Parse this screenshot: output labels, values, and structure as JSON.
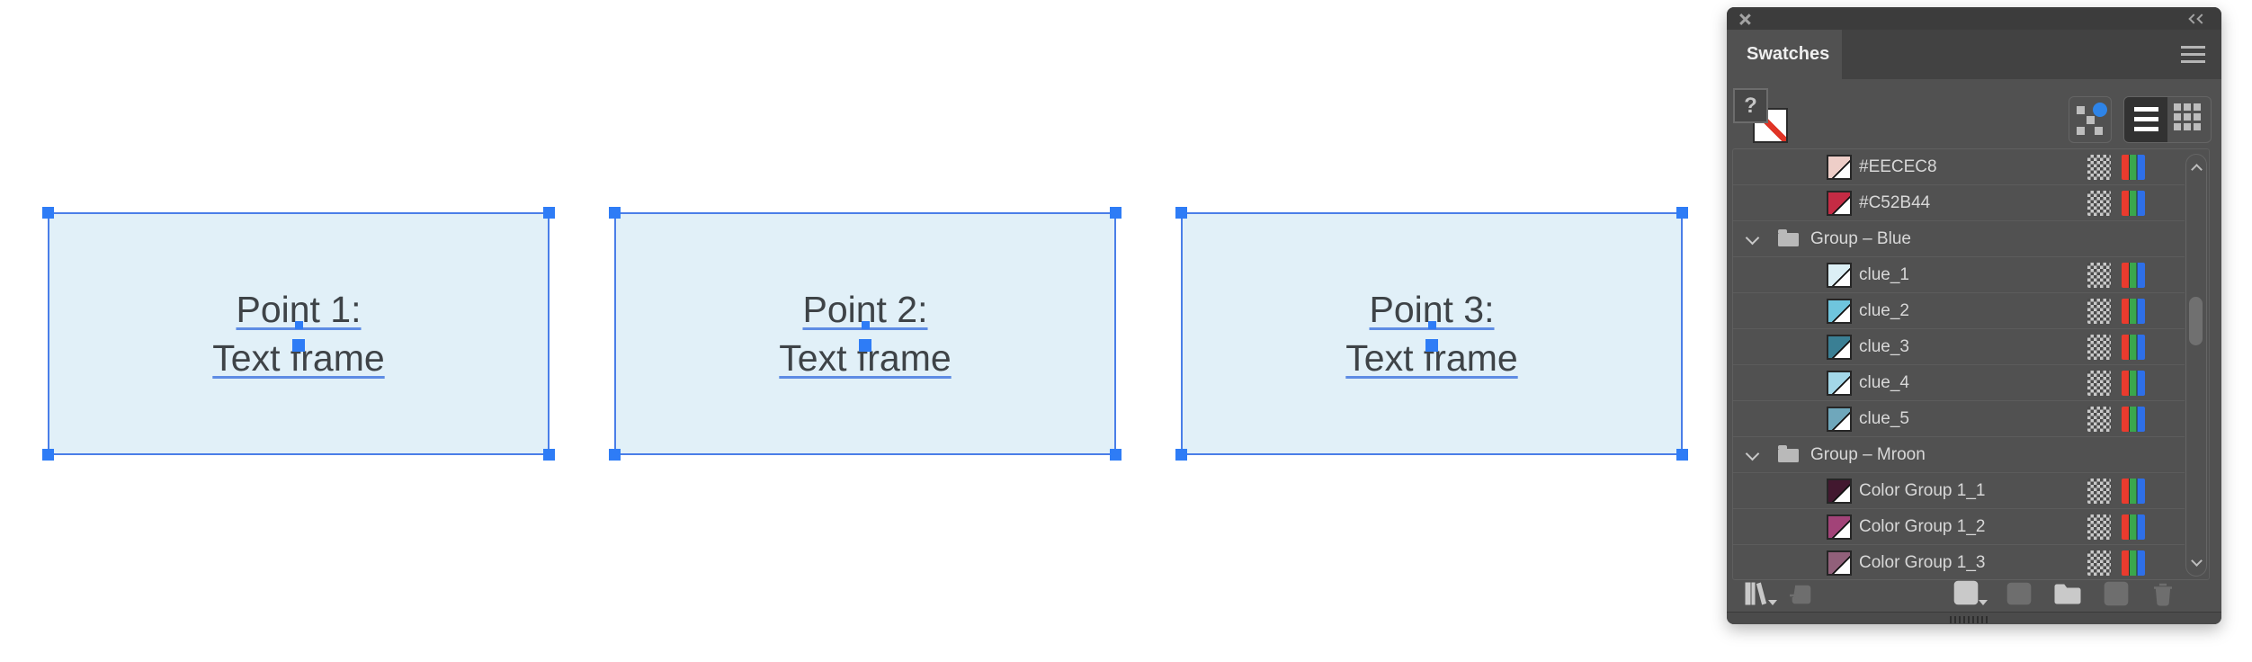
{
  "canvas": {
    "frames": [
      {
        "line1": "Point 1:",
        "line2": "Text frame"
      },
      {
        "line1": "Point 2:",
        "line2": "Text frame"
      },
      {
        "line1": "Point 3:",
        "line2": "Text frame"
      }
    ],
    "colors": {
      "frame_fill": "#E1F0F8",
      "frame_border": "#4A7EE8",
      "selection_handle": "#2E7CF6",
      "text": "#3E4347",
      "underline": "#5E8CE4"
    }
  },
  "panel": {
    "title": "Swatches",
    "titlebar_icons": [
      "close-icon",
      "collapse-panel-icon"
    ],
    "menu_icon": "hamburger-menu-icon",
    "proxy": {
      "unknown_glyph": "?",
      "none_swatch": "white-with-red-diagonal"
    },
    "view_buttons": [
      "thumbnail-view",
      "list-view-selected",
      "grid-view"
    ],
    "rows": [
      {
        "type": "swatch",
        "label": "#EECEC8",
        "color": "#EECEC8"
      },
      {
        "type": "swatch",
        "label": "#C52B44",
        "color": "#C52B44"
      },
      {
        "type": "group",
        "label": "Group – Blue"
      },
      {
        "type": "swatch",
        "label": "clue_1",
        "color": "#DCEFF5"
      },
      {
        "type": "swatch",
        "label": "clue_2",
        "color": "#6FC5DD"
      },
      {
        "type": "swatch",
        "label": "clue_3",
        "color": "#3A7F94"
      },
      {
        "type": "swatch",
        "label": "clue_4",
        "color": "#A3D7E8"
      },
      {
        "type": "swatch",
        "label": "clue_5",
        "color": "#6FA7BB"
      },
      {
        "type": "group",
        "label": "Group – Mroon"
      },
      {
        "type": "swatch",
        "label": "Color Group 1_1",
        "color": "#42182F"
      },
      {
        "type": "swatch",
        "label": "Color Group 1_2",
        "color": "#A24378"
      },
      {
        "type": "swatch",
        "label": "Color Group 1_3",
        "color": "#91607A"
      }
    ],
    "row_right_icons": [
      "pattern-checker-icon",
      "rgb-color-mode-icon"
    ],
    "toolbar": [
      {
        "name": "swatch-libraries-menu-button",
        "enabled": true
      },
      {
        "name": "add-to-library-button",
        "enabled": false
      },
      {
        "name": "show-swatch-kinds-button",
        "enabled": true
      },
      {
        "name": "swatch-options-button",
        "enabled": false
      },
      {
        "name": "new-color-group-button",
        "enabled": true
      },
      {
        "name": "new-swatch-button",
        "enabled": false
      },
      {
        "name": "delete-swatch-button",
        "enabled": false
      }
    ],
    "colors": {
      "panel_bg": "#515151",
      "titlebar_bg": "#3C3C3C",
      "tabbar_bg": "#424242",
      "row_divider": "#5C5C5C",
      "label_text": "#D8D8D8",
      "icon_bright": "#C9C9C9",
      "icon_dim": "#6E6E6E",
      "accent_blue_dot": "#2E84E8"
    }
  }
}
